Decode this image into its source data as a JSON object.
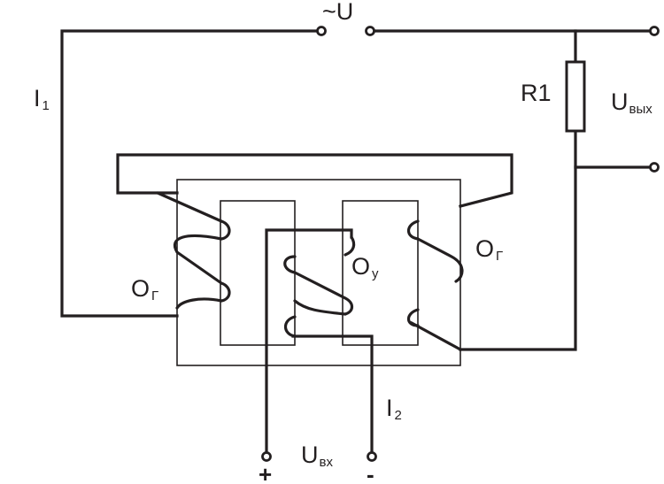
{
  "labels": {
    "source": "~U",
    "current_1": {
      "main": "I",
      "sub": "1"
    },
    "current_2": {
      "main": "I",
      "sub": "2"
    },
    "resistor": "R1",
    "output_voltage": {
      "main": "U",
      "sub": "вых"
    },
    "input_voltage": {
      "main": "U",
      "sub": "вх"
    },
    "main_winding_left": {
      "main": "О",
      "sub": "Г"
    },
    "main_winding_right": {
      "main": "О",
      "sub": "Г"
    },
    "control_winding": {
      "main": "О",
      "sub": "у"
    },
    "plus": "+",
    "minus": "-"
  },
  "colors": {
    "line": "#231f20",
    "background": "#ffffff"
  }
}
